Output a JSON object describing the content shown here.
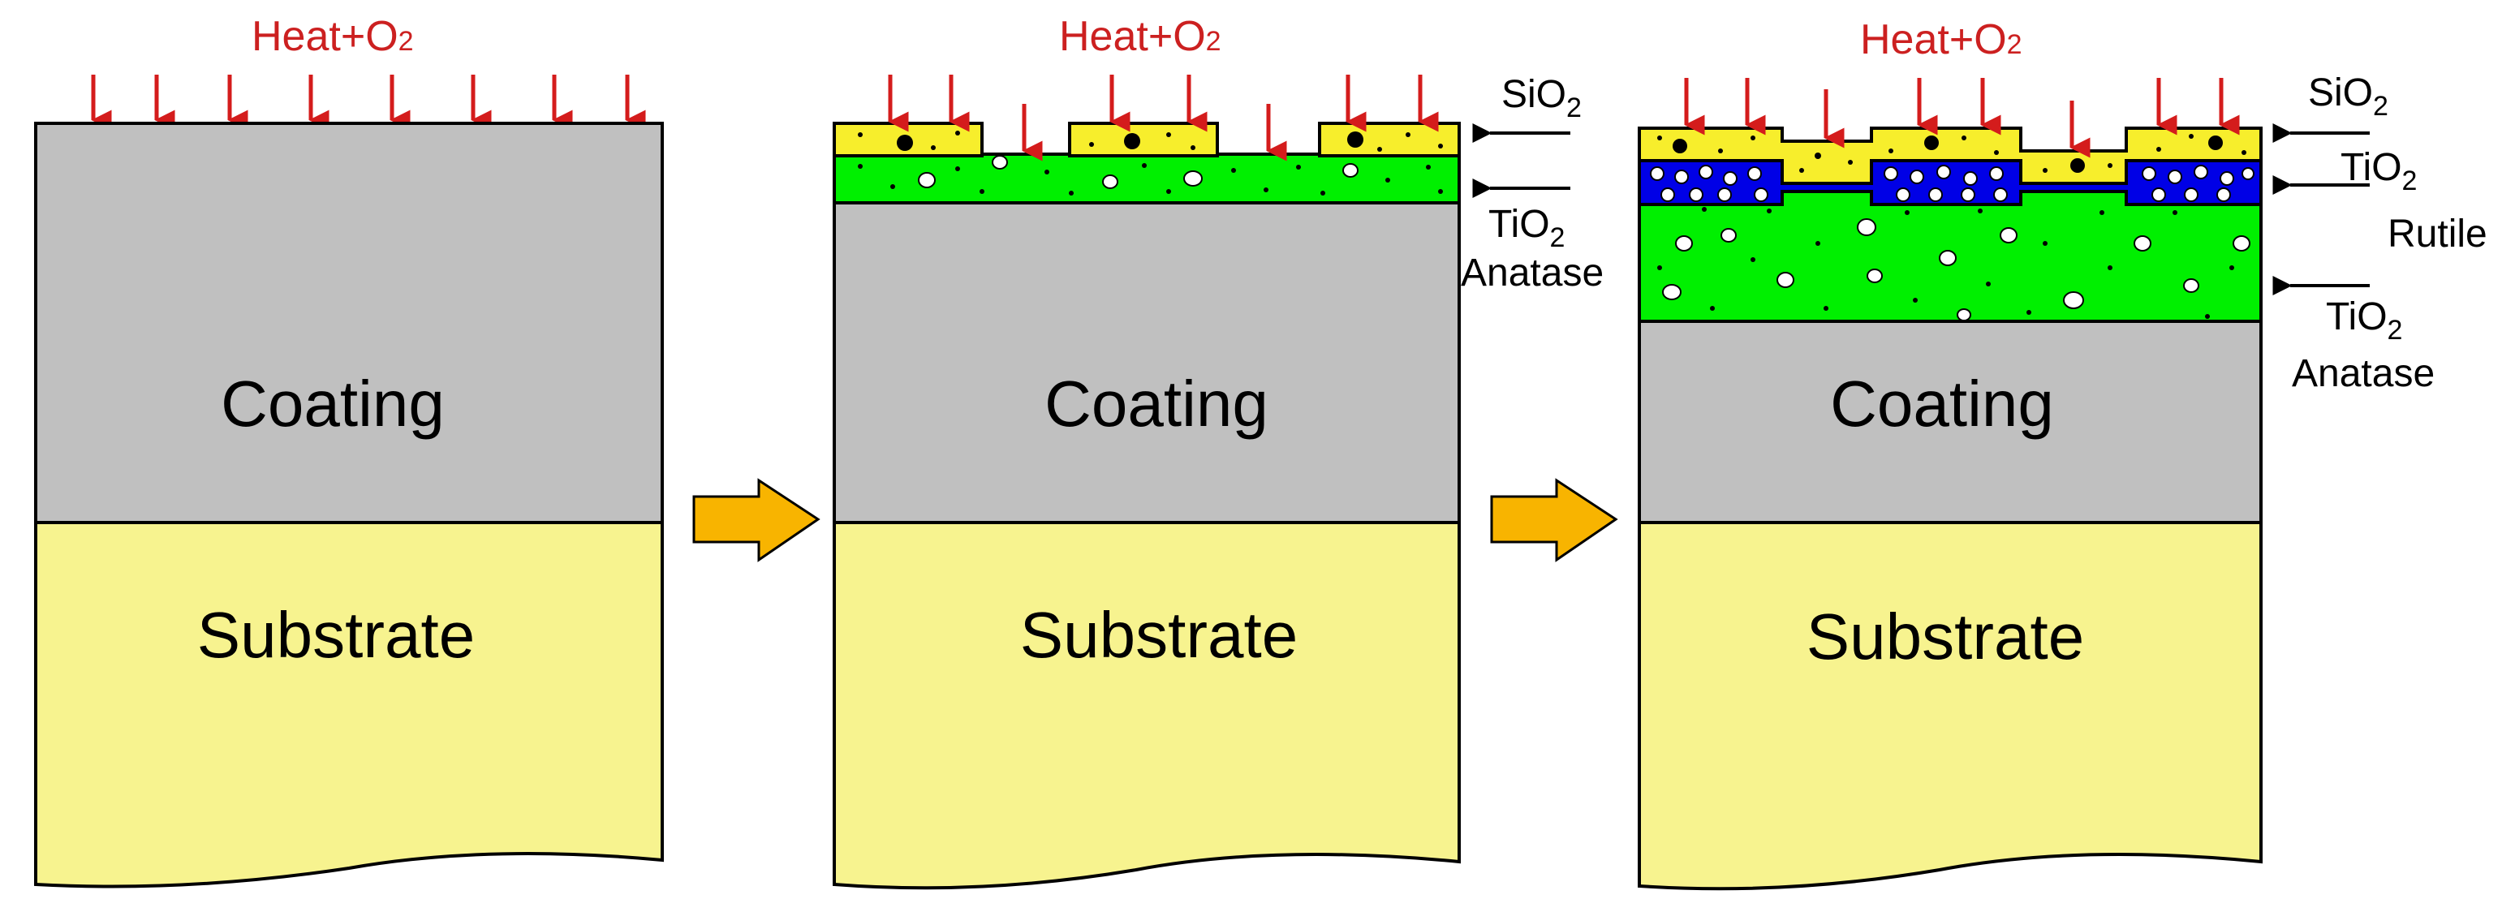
{
  "panels": [
    {
      "heat_label": "Heat+O",
      "heat_sub": "2",
      "coating_label": "Coating",
      "substrate_label": "Substrate"
    },
    {
      "heat_label": "Heat+O",
      "heat_sub": "2",
      "coating_label": "Coating",
      "substrate_label": "Substrate",
      "sio2_label": "SiO",
      "sio2_sub": "2",
      "tio2_label": "TiO",
      "tio2_sub": "2",
      "anatase_label": "Anatase"
    },
    {
      "heat_label": "Heat+O",
      "heat_sub": "2",
      "coating_label": "Coating",
      "substrate_label": "Substrate",
      "sio2_label": "SiO",
      "sio2_sub": "2",
      "tio2_rutile_label": "TiO",
      "tio2_rutile_sub": "2",
      "rutile_label": "Rutile",
      "tio2_anatase_label": "TiO",
      "tio2_anatase_sub": "2",
      "anatase_label": "Anatase"
    }
  ],
  "colors": {
    "coating": "#c0c0c0",
    "substrate": "#f7f38f",
    "sio2": "#f7ee2c",
    "anatase": "#00f000",
    "rutile": "#0000e6",
    "heat_arrow": "#d41c1c",
    "process_arrow": "#f8b400"
  }
}
